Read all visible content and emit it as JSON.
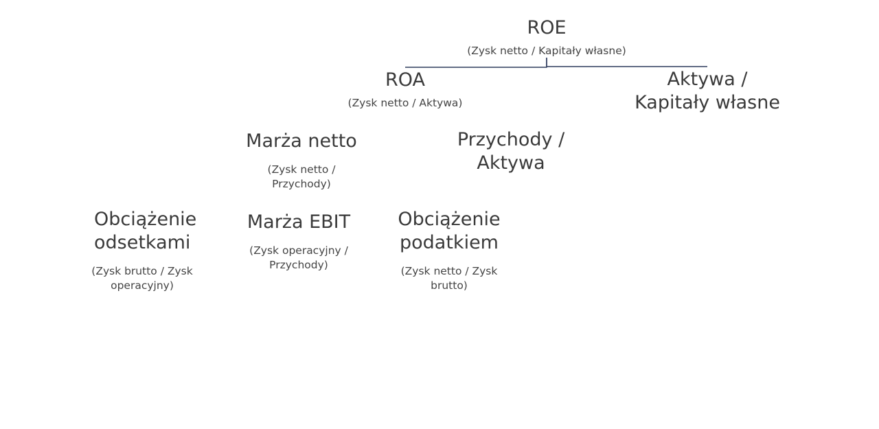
{
  "diagram": {
    "line_color": "#2d3a5c",
    "text_color": "#3a3a3a",
    "nodes": {
      "roe": {
        "title": "ROE",
        "formula": "(Zysk netto / Kapitały własne)"
      },
      "roa": {
        "title": "ROA",
        "formula": "(Zysk netto / Aktywa)"
      },
      "equity_multiplier": {
        "title": "Aktywa / Kapitały własne",
        "formula": ""
      },
      "net_margin": {
        "title": "Marża netto",
        "formula": "(Zysk netto / Przychody)"
      },
      "asset_turnover": {
        "title": "Przychody / Aktywa",
        "formula": ""
      },
      "interest_burden": {
        "title": "Obciążenie odsetkami",
        "formula": "(Zysk brutto / Zysk operacyjny)"
      },
      "ebit_margin": {
        "title": "Marża EBIT",
        "formula": "(Zysk operacyjny / Przychody)"
      },
      "tax_burden": {
        "title": "Obciążenie podatkiem",
        "formula": "(Zysk netto / Zysk brutto)"
      }
    }
  }
}
